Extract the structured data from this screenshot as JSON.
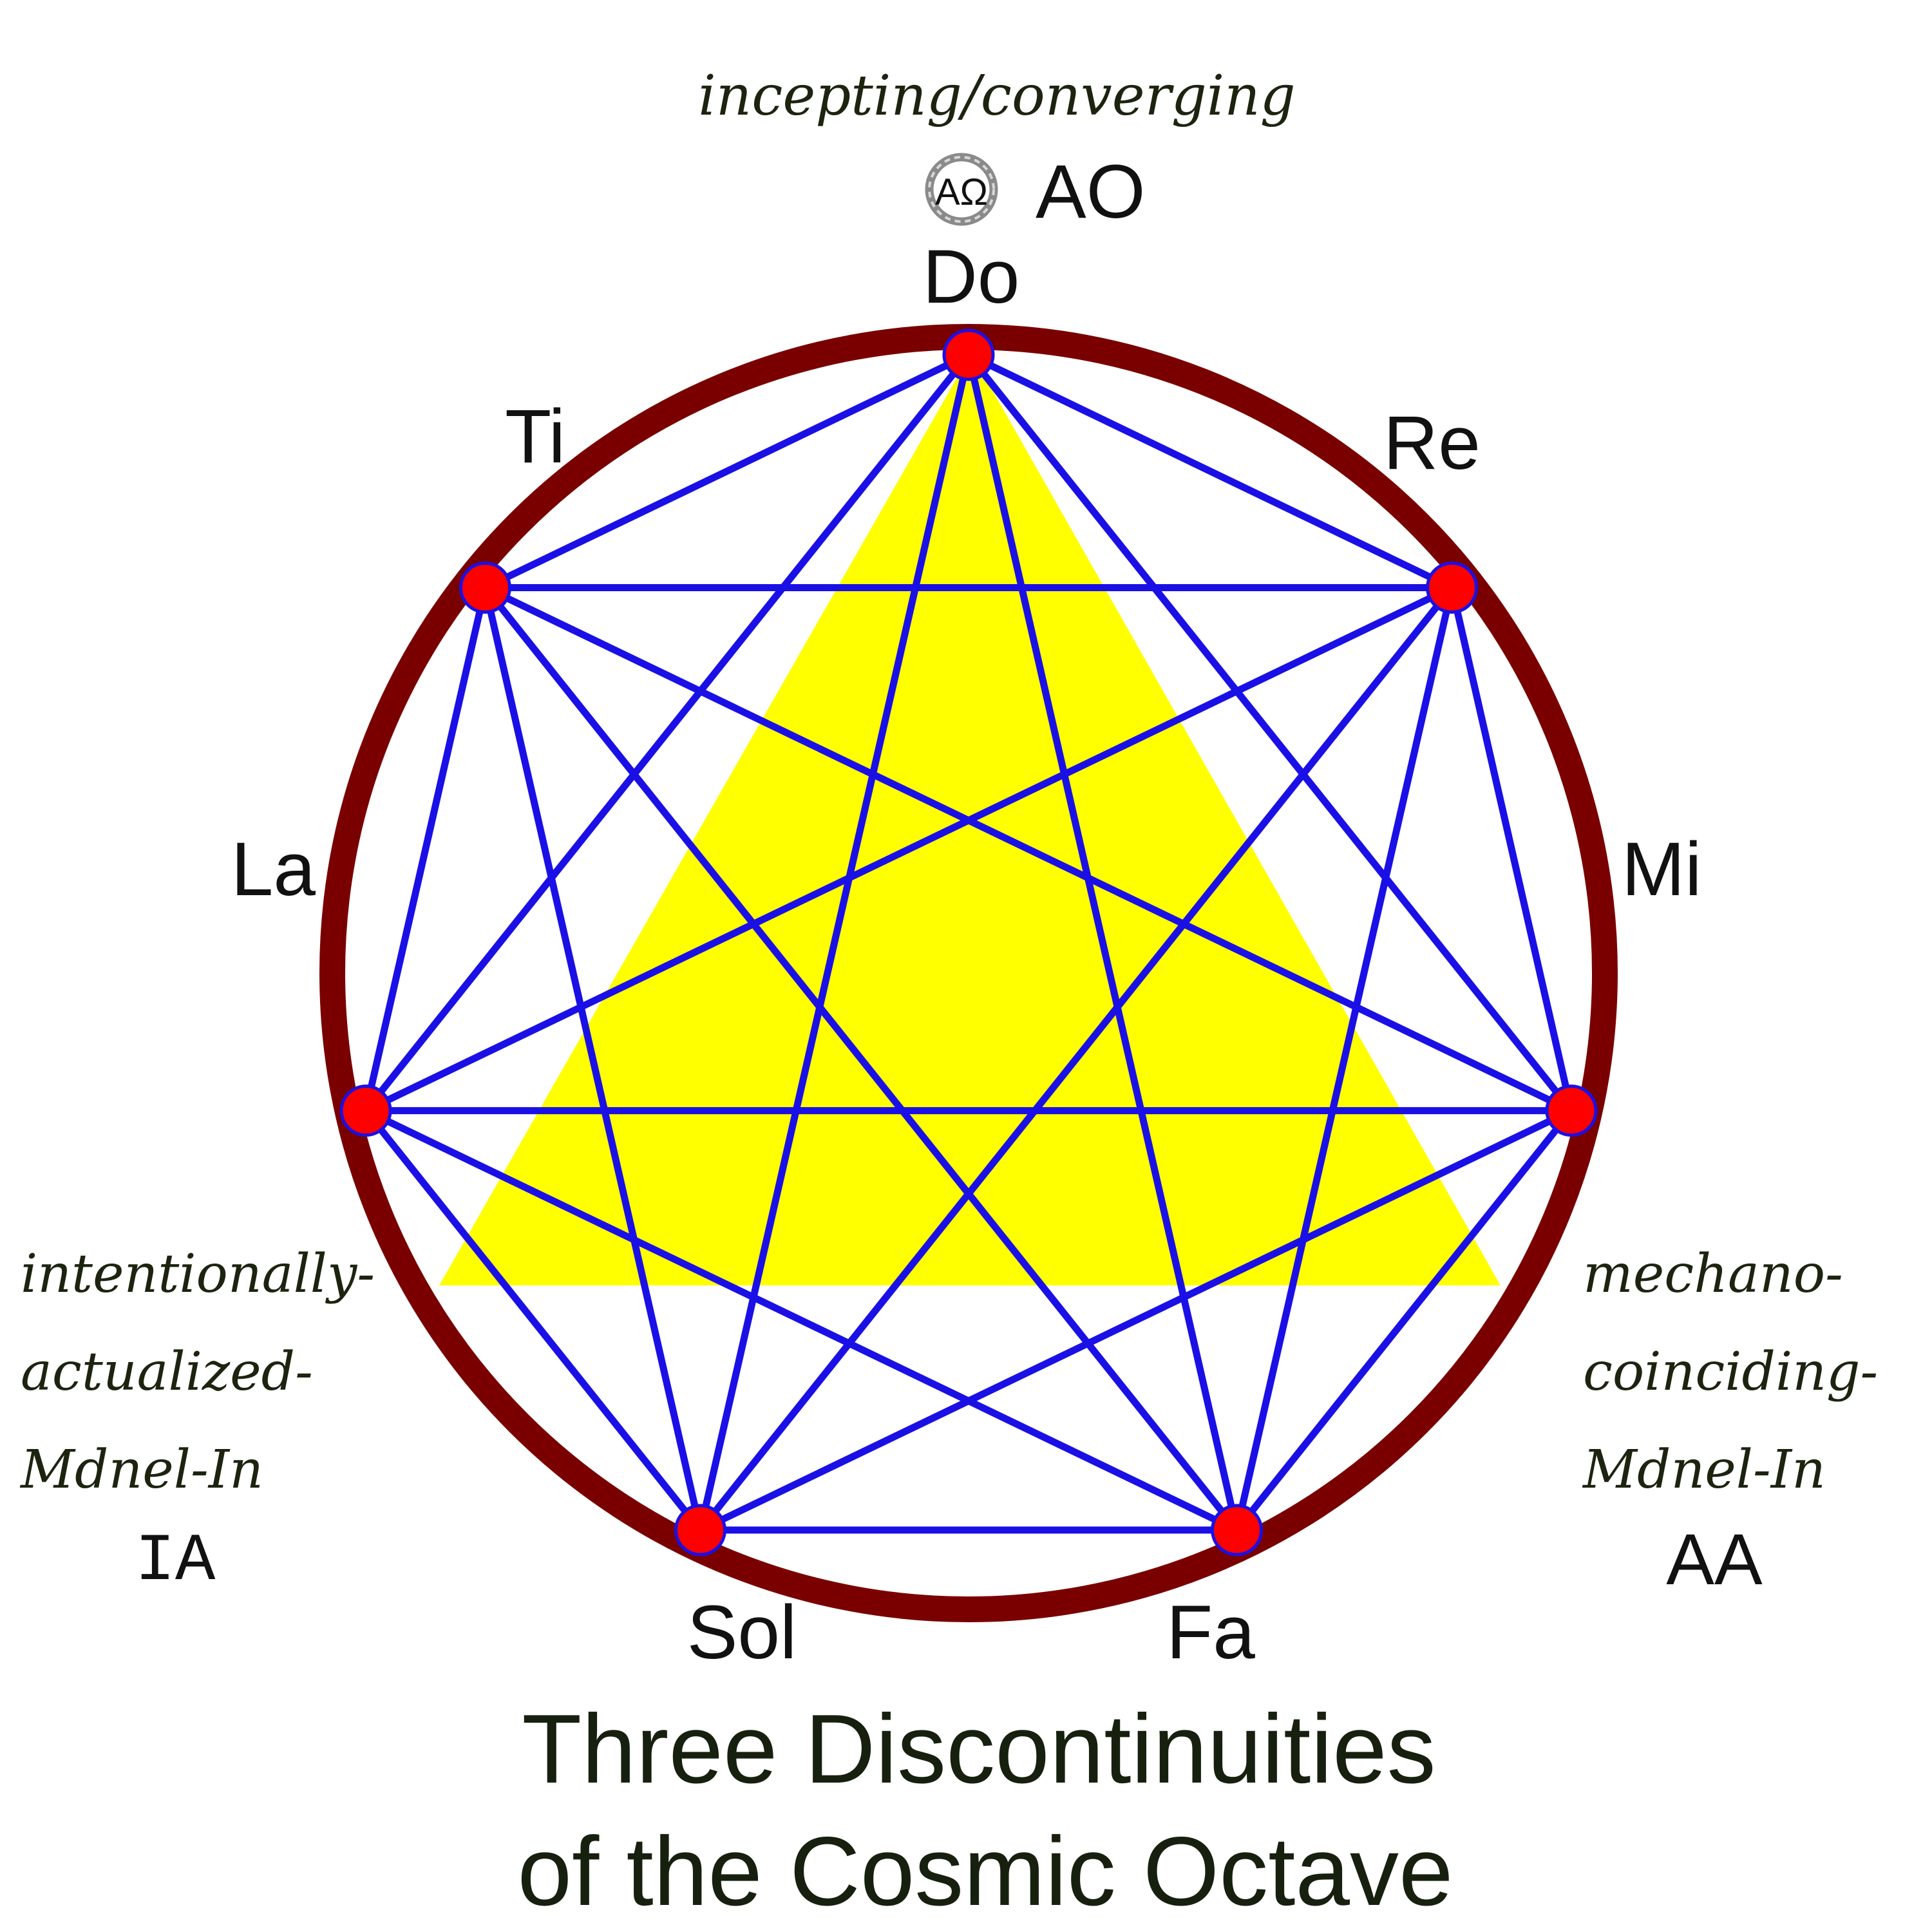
{
  "top_annotation": {
    "caption": "incepting/converging",
    "symbol": "AΩ",
    "code": "AO"
  },
  "left_annotation": {
    "lines": [
      "intentionally-",
      "actualized-",
      "Mdnel-In"
    ],
    "code": "IA"
  },
  "right_annotation": {
    "lines": [
      "mechano-",
      "coinciding-",
      "Mdnel-In"
    ],
    "code": "AA"
  },
  "notes": [
    "Do",
    "Re",
    "Mi",
    "Fa",
    "Sol",
    "La",
    "Ti"
  ],
  "title_lines": [
    "Three Discontinuities",
    "of the Cosmic Octave"
  ],
  "colors": {
    "ring": "#7a0000",
    "lines": "#1a10e6",
    "fill": "#ffff00",
    "node": "#ff0000",
    "node_outline": "#1a10e6"
  }
}
